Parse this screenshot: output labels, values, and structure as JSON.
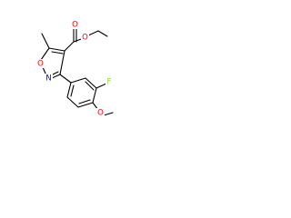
{
  "molecule": {
    "atoms": {
      "ester_o_carbonyl": {
        "symbol": "O",
        "color": "#ff0000"
      },
      "ester_o_ether": {
        "symbol": "O",
        "color": "#ff0000"
      },
      "ring_o": {
        "symbol": "O",
        "color": "#ff0000"
      },
      "ring_n": {
        "symbol": "N",
        "color": "#0000ff"
      },
      "fluorine": {
        "symbol": "F",
        "color": "#9acd32"
      },
      "methoxy_o": {
        "symbol": "O",
        "color": "#ff0000"
      }
    }
  }
}
